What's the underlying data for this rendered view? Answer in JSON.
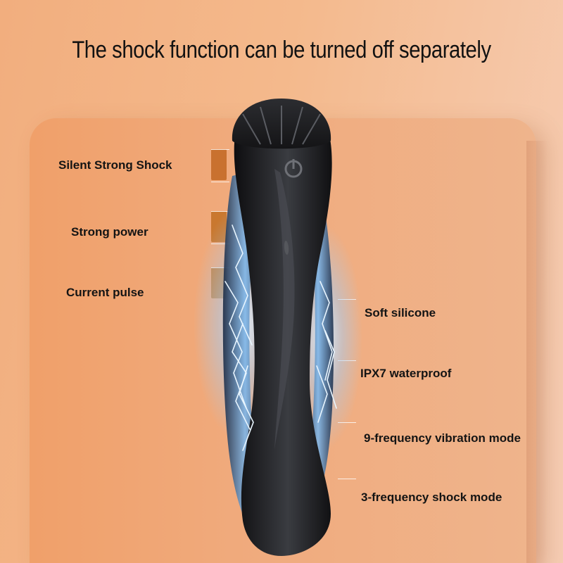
{
  "headline": "The shock function can be turned off separately",
  "features_left": [
    "Silent Strong Shock",
    "Strong power",
    "Current pulse"
  ],
  "features_right": [
    "Soft silicone",
    "IPX7 waterproof",
    "9-frequency vibration mode",
    "3-frequency shock mode"
  ],
  "colors": {
    "background": "#f4b98c",
    "panel": "#f0a872",
    "device_body": "#1c1c1e",
    "device_glow": "#bfe2ff",
    "text": "#141414"
  },
  "icons": [
    "power-icon",
    "lightning-effect"
  ]
}
